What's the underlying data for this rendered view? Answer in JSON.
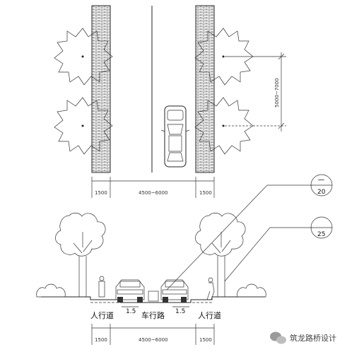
{
  "plan": {
    "dims": {
      "left_walk": "1500",
      "carriageway": "4500~6000",
      "right_walk": "1500"
    },
    "tree_spacing": "5000~7000"
  },
  "section": {
    "callout_a": {
      "top": "一",
      "bottom": "20"
    },
    "callout_b": {
      "bottom": "25"
    },
    "slope_left": "1.5",
    "slope_right": "1.5",
    "labels": {
      "left_walk": "人行道",
      "road": "车行路",
      "right_walk": "人行道"
    },
    "dims": {
      "left_walk": "1500",
      "carriageway": "4500~6000",
      "right_walk": "1500"
    }
  },
  "watermark": {
    "text": "筑龙路桥设计",
    "icon": "wechat-icon"
  }
}
